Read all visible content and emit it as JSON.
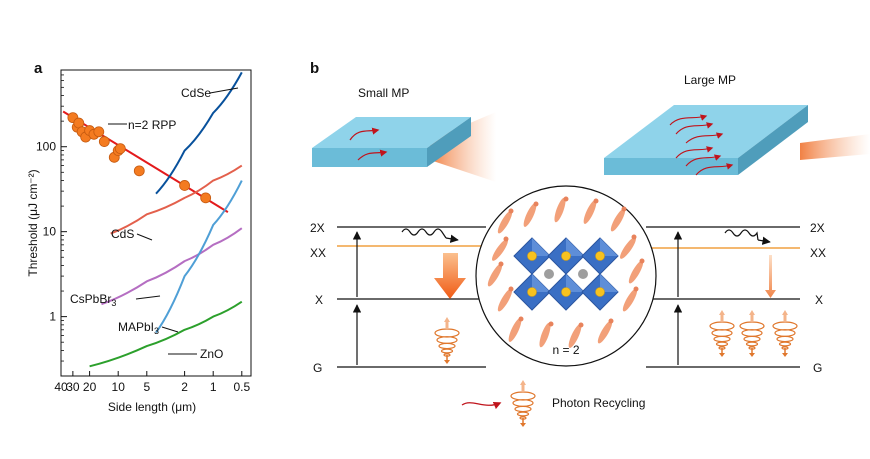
{
  "panel_a": {
    "letter": "a",
    "chart_data": {
      "type": "line",
      "xlabel": "Side length (μm)",
      "ylabel": "Threshold (μJ cm⁻²)",
      "x_scale": "log-reversed",
      "y_scale": "log",
      "xlim": [
        40,
        0.4
      ],
      "ylim": [
        0.2,
        800
      ],
      "x_ticks": [
        40,
        30,
        20,
        10,
        5,
        2,
        1,
        0.5
      ],
      "y_ticks": [
        {
          "value": 1,
          "label": "1"
        },
        {
          "value": 10,
          "label": "10"
        },
        {
          "value": 100,
          "label": "100"
        }
      ],
      "points": {
        "name": "n=2 RPP",
        "color": "#f47b20",
        "x": [
          30,
          27,
          26,
          24,
          22,
          20,
          18,
          16,
          14,
          11,
          10,
          9.5,
          6,
          2,
          1.2
        ],
        "y": [
          220,
          170,
          190,
          150,
          130,
          155,
          140,
          150,
          115,
          75,
          90,
          95,
          52,
          35,
          25
        ]
      },
      "series": [
        {
          "name": "n=2 RPP",
          "color": "#e31a1c",
          "x": [
            38,
            0.7
          ],
          "y": [
            260,
            17
          ]
        },
        {
          "name": "CdSe",
          "color": "#08519c",
          "x": [
            4,
            2,
            1,
            0.5
          ],
          "y": [
            28,
            90,
            250,
            750
          ]
        },
        {
          "name": "CdS",
          "color": "#e3604c",
          "x": [
            12,
            5,
            2,
            1,
            0.5
          ],
          "y": [
            9.5,
            16,
            25,
            40,
            60
          ]
        },
        {
          "name": "CsPbBr₃",
          "color": "#b56ec2",
          "x": [
            15,
            5,
            2,
            1,
            0.5
          ],
          "y": [
            1.4,
            2.6,
            4.5,
            7,
            11
          ]
        },
        {
          "name": "MAPbI₃",
          "color": "#4f9fd6",
          "x": [
            4,
            2,
            1,
            0.5
          ],
          "y": [
            0.65,
            3,
            12,
            40
          ]
        },
        {
          "name": "ZnO",
          "color": "#2ca02c",
          "x": [
            20,
            5,
            2,
            1,
            0.5
          ],
          "y": [
            0.26,
            0.45,
            0.7,
            1,
            1.5
          ]
        }
      ],
      "labels": {
        "rpp": "n=2 RPP",
        "cdse": "CdSe",
        "cds": "CdS",
        "cspbbr": "CsPbBr",
        "cspbbr_sub": "3",
        "mapbi": "MAPbI",
        "mapbi_sub": "3",
        "zno": "ZnO"
      }
    }
  },
  "panel_b": {
    "letter": "b",
    "small_label": "Small MP",
    "large_label": "Large MP",
    "levels": {
      "two_x": "2X",
      "xx": "XX",
      "x": "X",
      "g": "G"
    },
    "center_label": "n = 2",
    "legend_label": "Photon Recycling",
    "colors": {
      "cube": "#8fd3ea",
      "cube_side": "#5ba8c4",
      "octahedron": "#3a6fc4",
      "orange": "#f28c38",
      "arrow_red": "#c0141c"
    }
  }
}
